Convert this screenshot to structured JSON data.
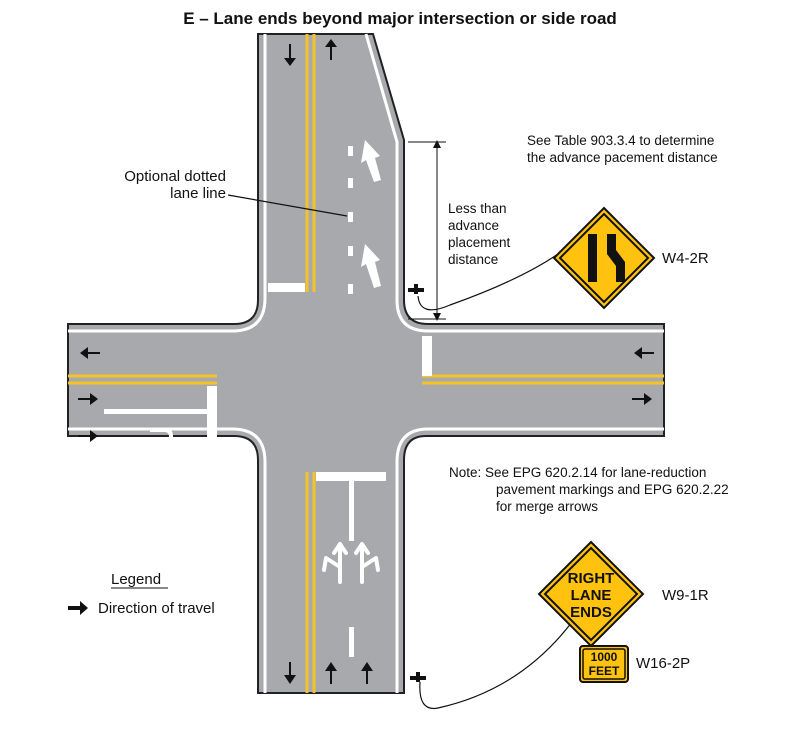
{
  "title": "E – Lane ends beyond major intersection or side road",
  "callouts": {
    "optional_line_1": "Optional dotted",
    "optional_line_2": "lane line",
    "less_than_1": "Less than",
    "less_than_2": "advance",
    "less_than_3": "placement",
    "less_than_4": "distance"
  },
  "table_note": {
    "line1": "See Table 903.3.4 to determine",
    "line2": "the advance pacement distance"
  },
  "epg_note": {
    "line1": "Note:  See EPG 620.2.14 for lane-reduction",
    "line2": "pavement markings and EPG 620.2.22",
    "line3": "for merge arrows"
  },
  "signs": {
    "w4_2r": {
      "code": "W4-2R",
      "color": "#FFC20E"
    },
    "w9_1r": {
      "code": "W9-1R",
      "line1": "RIGHT",
      "line2": "LANE",
      "line3": "ENDS",
      "color": "#FFC20E"
    },
    "w16_2p": {
      "code": "W16-2P",
      "line1": "1000",
      "line2": "FEET",
      "color": "#FFC20E"
    }
  },
  "legend": {
    "title": "Legend",
    "direction_label": "Direction of travel"
  },
  "colors": {
    "pavement": "#A7A9AC",
    "centerline": "#F5C327",
    "edge_line": "#FFFFFF",
    "outline": "#222222"
  }
}
